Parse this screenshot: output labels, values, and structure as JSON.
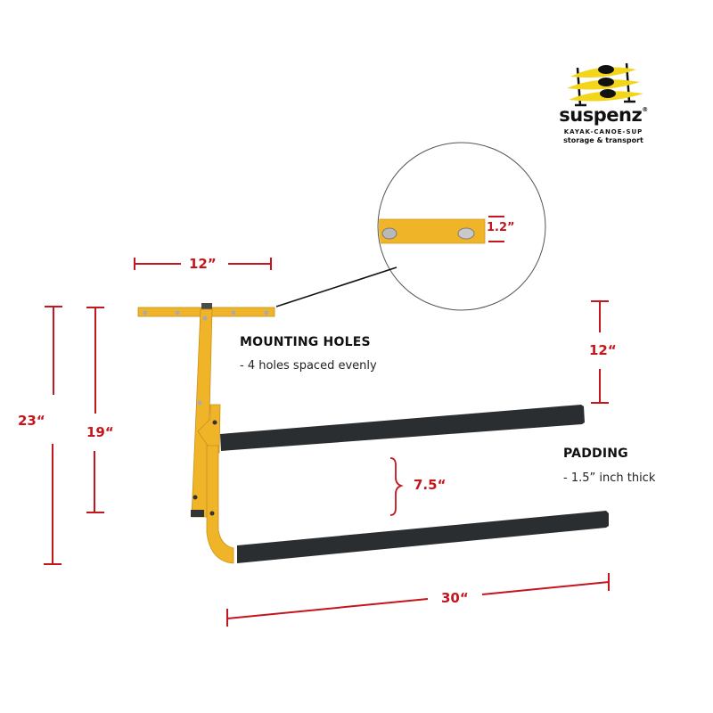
{
  "brand": {
    "name": "suspenz",
    "registered_mark": "®",
    "tagline_line1": "KAYAK-CANOE-SUP",
    "tagline_line2": "storage & transport",
    "logo_icon": "kayak-rack-logo-icon",
    "colors": {
      "yellow": "#f3d51a",
      "black": "#111111"
    }
  },
  "colors": {
    "dimension_red": "#c4161c",
    "rack_yellow": "#f0b429",
    "padding_black": "#2b2e30",
    "text_dark": "#111111"
  },
  "dimensions": {
    "top_width": "12”",
    "detail_thickness": "1.2”",
    "overall_height": "23“",
    "arm_height": "19“",
    "upper_gap": "12“",
    "arm_spacing": "7.5“",
    "arm_length": "30“"
  },
  "callouts": {
    "mounting": {
      "title": "MOUNTING HOLES",
      "description": "- 4 holes spaced evenly"
    },
    "padding": {
      "title": "PADDING",
      "description": "- 1.5” inch thick"
    }
  },
  "diagram": {
    "subject": "wall-mounted kayak storage rack",
    "detail_view": "magnified mounting plate end"
  }
}
